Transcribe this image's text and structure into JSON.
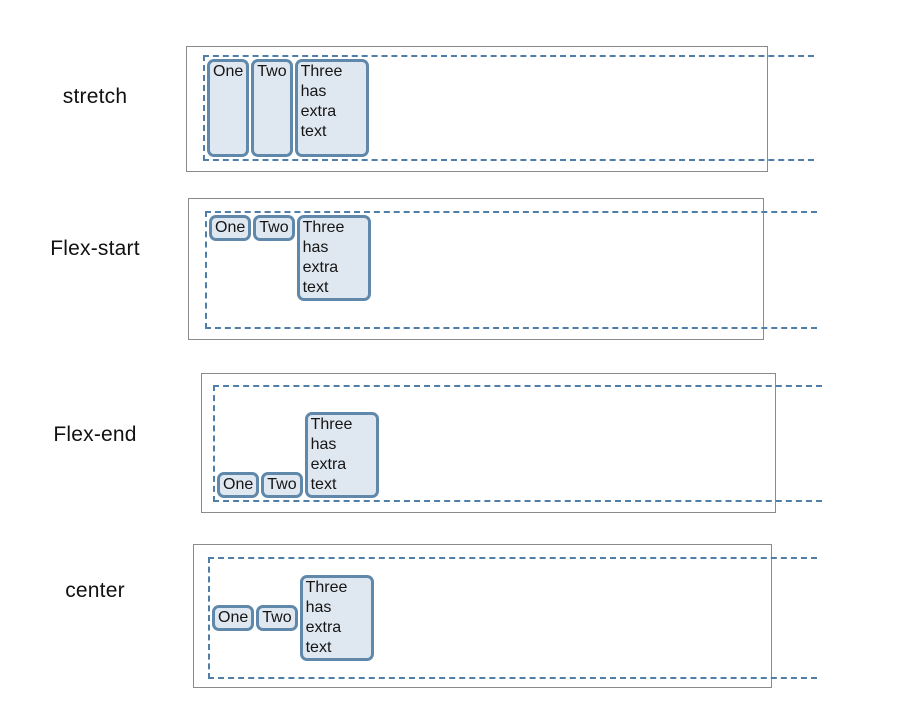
{
  "figure": {
    "rows": [
      {
        "label": "stretch",
        "align": "stretch",
        "items": [
          "One",
          "Two",
          "Three has extra text"
        ]
      },
      {
        "label": "Flex-start",
        "align": "flex-start",
        "items": [
          "One",
          "Two",
          "Three has extra text"
        ]
      },
      {
        "label": "Flex-end",
        "align": "flex-end",
        "items": [
          "One",
          "Two",
          "Three has extra text"
        ]
      },
      {
        "label": "center",
        "align": "center",
        "items": [
          "One",
          "Two",
          "Three has extra text"
        ]
      }
    ],
    "colors": {
      "dashed_outline": "#4f7ea9",
      "item_border": "#5f88ab",
      "item_fill": "#dfe7f0",
      "outer_border": "#8a8a8a",
      "label_text": "#111111"
    }
  }
}
